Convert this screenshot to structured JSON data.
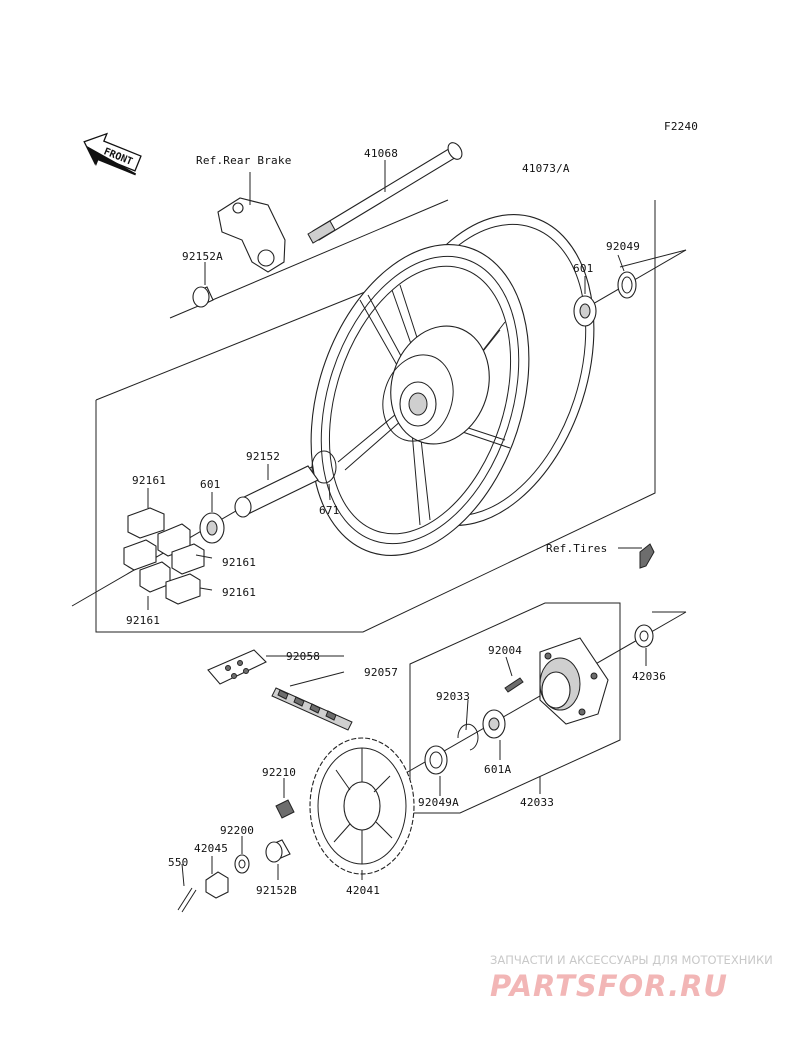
{
  "diagram_code": "F2240",
  "front_label": "FRONT",
  "references": {
    "rear_brake": "Ref.Rear Brake",
    "tires": "Ref.Tires"
  },
  "parts": {
    "p41068": "41068",
    "p41073": "41073/A",
    "p92152A": "92152A",
    "p601_top": "601",
    "p92049_top": "92049",
    "p92152": "92152",
    "p601_left": "601",
    "p671": "671",
    "p92161_a": "92161",
    "p92161_b": "92161",
    "p92161_c": "92161",
    "p92161_d": "92161",
    "p92058": "92058",
    "p92057": "92057",
    "p92004": "92004",
    "p92033": "92033",
    "p42036": "42036",
    "p601A": "601A",
    "p42033": "42033",
    "p92049A": "92049A",
    "p92210": "92210",
    "p92200": "92200",
    "p42045": "42045",
    "p550": "550",
    "p92152B": "92152B",
    "p42041": "42041"
  },
  "watermark": {
    "tagline": "ЗАПЧАСТИ И АКСЕССУАРЫ ДЛЯ МОТОТЕХНИКИ",
    "brand": "PARTSFOR.RU"
  }
}
